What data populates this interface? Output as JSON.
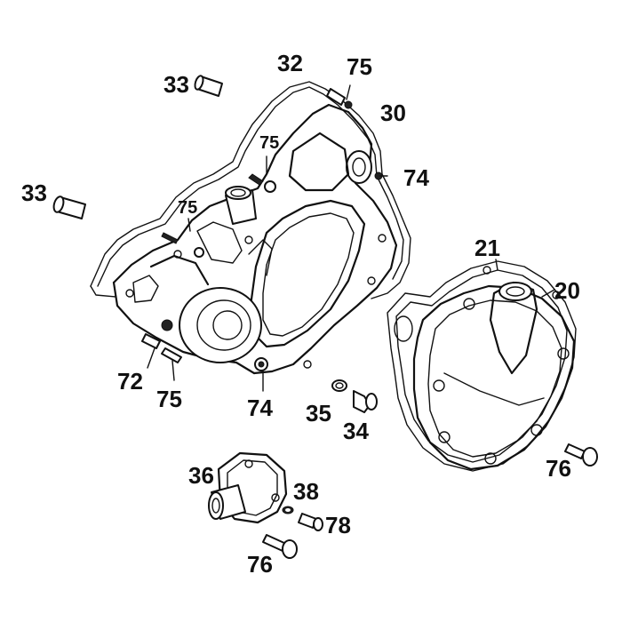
{
  "callouts": {
    "c32": "32",
    "c75a": "75",
    "c33a": "33",
    "c30": "30",
    "c75b": "75",
    "c74a": "74",
    "c33b": "33",
    "c75c": "75",
    "c21": "21",
    "c20": "20",
    "c72": "72",
    "c75d": "75",
    "c74b": "74",
    "c35": "35",
    "c34": "34",
    "c36": "36",
    "c38": "38",
    "c78": "78",
    "c76a": "76",
    "c76b": "76"
  },
  "colors": {
    "ink": "#111111",
    "background": "#ffffff"
  }
}
